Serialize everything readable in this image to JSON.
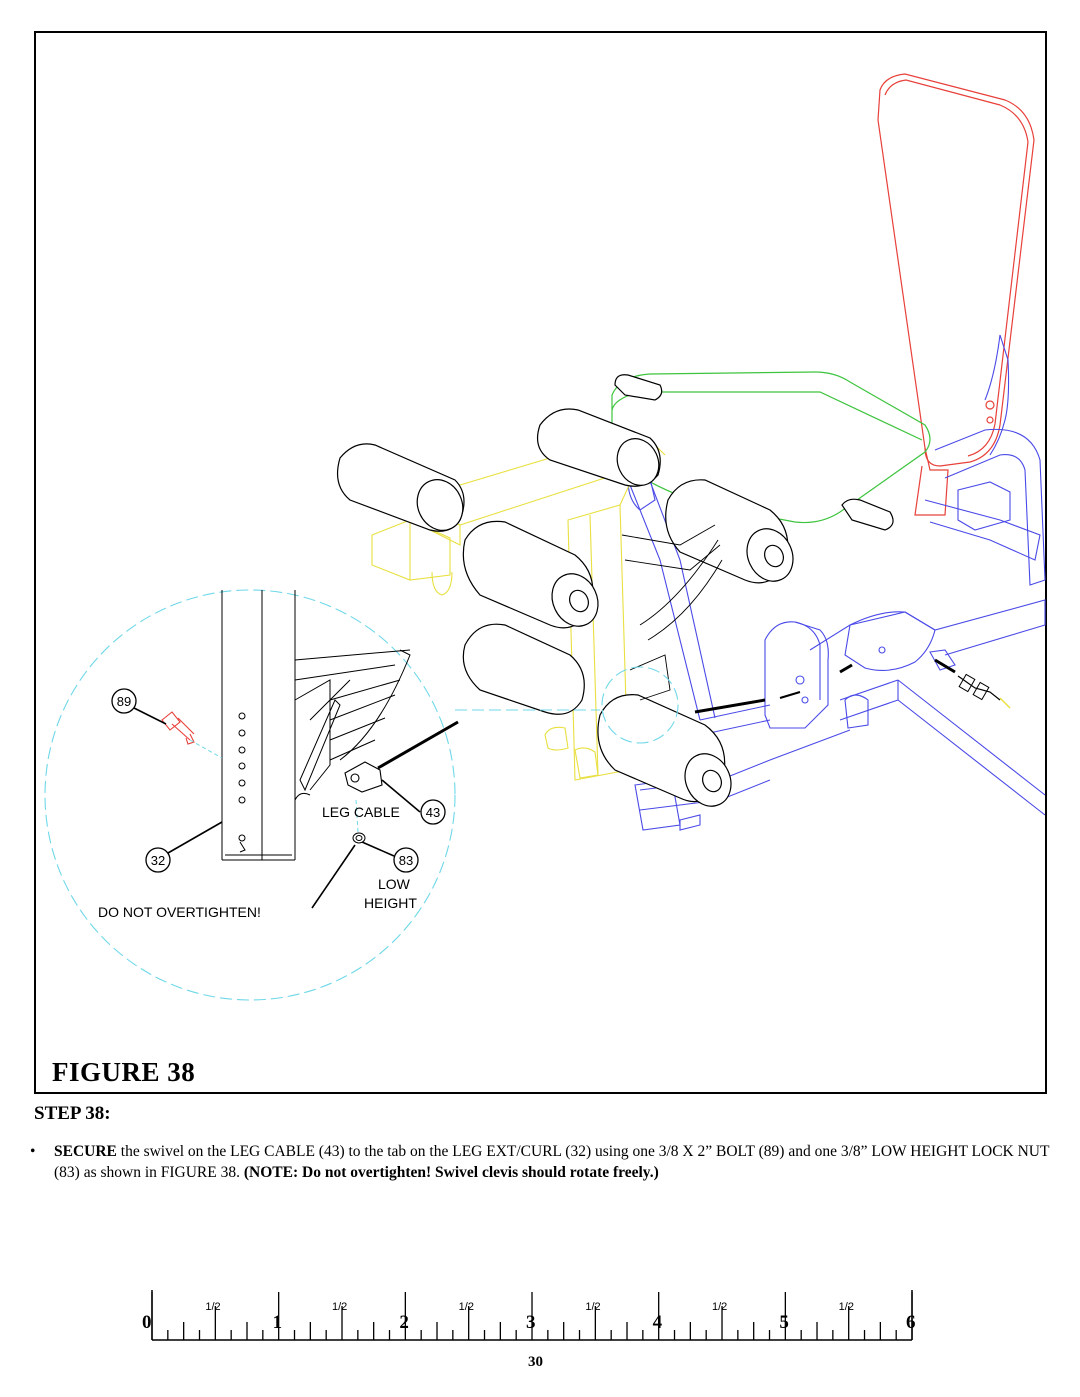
{
  "figure": {
    "title": "FIGURE 38",
    "labels": {
      "part_89": "89",
      "part_32": "32",
      "part_83": "83",
      "part_43": "43",
      "leg_cable": "LEG CABLE",
      "low": "LOW",
      "height": "HEIGHT",
      "do_not_overtighten": "DO NOT OVERTIGHTEN!"
    },
    "colors": {
      "backrest": "#e8403a",
      "seat": "#3ec43e",
      "frame": "#4a4ae8",
      "arm": "#e8e040",
      "detail_circle": "#6fd8e8",
      "rollers": "#000000"
    }
  },
  "step": {
    "title": "STEP 38:",
    "bullet": "•",
    "secure_word": "SECURE",
    "body": " the swivel on the LEG CABLE (43) to the tab on the LEG EXT/CURL (32) using one 3/8 X 2” BOLT  (89) and one 3/8” LOW HEIGHT LOCK NUT (83) as shown in FIGURE 38. ",
    "note": "(NOTE: Do not overtighten! Swivel clevis should rotate freely.)"
  },
  "ruler": {
    "inches": [
      "0",
      "1",
      "2",
      "3",
      "4",
      "5",
      "6"
    ],
    "half_label": "1/2"
  },
  "page_number": "30"
}
